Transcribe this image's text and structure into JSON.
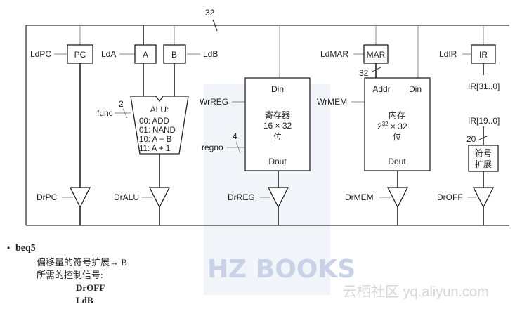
{
  "bus_width": "32",
  "labels": {
    "ldpc": "LdPC",
    "pc": "PC",
    "lda": "LdA",
    "a": "A",
    "b": "B",
    "ldb": "LdB",
    "ldmar": "LdMAR",
    "mar": "MAR",
    "mar_width": "32",
    "ldir": "LdIR",
    "ir": "IR",
    "ir_31_0": "IR[31..0]",
    "ir_19_0": "IR[19..0]",
    "ir_width": "20",
    "sign_ext_1": "符号",
    "sign_ext_2": "扩展",
    "alu_title": "ALU:",
    "alu_op0": "00: ADD",
    "alu_op1": "01: NAND",
    "alu_op2": "10: A − B",
    "alu_op3": "11: A + 1",
    "func": "func",
    "func_width": "2",
    "din": "Din",
    "wrreg": "WrREG",
    "reg_name": "寄存器",
    "reg_size": "16 × 32",
    "reg_unit": "位",
    "regno": "regno",
    "regno_width": "4",
    "dout": "Dout",
    "addr": "Addr",
    "mem_din": "Din",
    "wrmem": "WrMEM",
    "mem_name": "内存",
    "mem_size_base": "2",
    "mem_size_exp": "32",
    "mem_size_rest": " × 32",
    "mem_unit": "位",
    "mem_dout": "Dout",
    "drpc": "DrPC",
    "dralu": "DrALU",
    "drreg": "DrREG",
    "drmem": "DrMEM",
    "droff": "DrOFF"
  },
  "notes": {
    "bullet": "•",
    "title": "beq5",
    "line1": "偏移量的符号扩展→ B",
    "line2": "所需的控制信号:",
    "sig1": "DrOFF",
    "sig2": "LdB"
  },
  "watermark": {
    "center": "HZ BOOKS",
    "corner": "云栖社区 yq.aliyun.com"
  },
  "colors": {
    "line": "#444444",
    "bus": "#333333",
    "watermark": "#c9d2e6"
  }
}
